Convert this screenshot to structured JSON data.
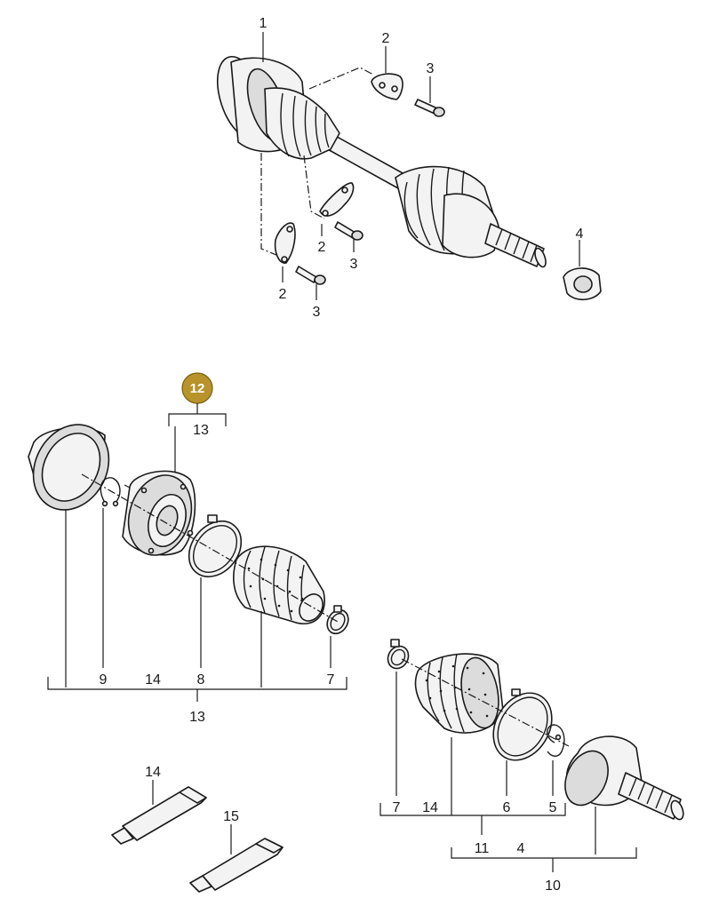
{
  "badge": {
    "label": "12",
    "color": "#b8922a"
  },
  "labels": {
    "shaft_assembly": "1",
    "bracket_top": "2",
    "bolt_top": "3",
    "bracket_mid": "2",
    "bolt_mid": "3",
    "bracket_low": "2",
    "bolt_low": "3",
    "nut": "4",
    "set_top_13": "13",
    "circlip_9": "9",
    "grease_14_inner": "14",
    "clamp_8": "8",
    "clamp_7_inner": "7",
    "set_bottom_13": "13",
    "tube_14": "14",
    "tube_15": "15",
    "clamp_7_outer": "7",
    "grease_14_outer": "14",
    "band_6": "6",
    "circlip_5": "5",
    "set_11": "11",
    "joint_4": "4",
    "set_10": "10"
  }
}
